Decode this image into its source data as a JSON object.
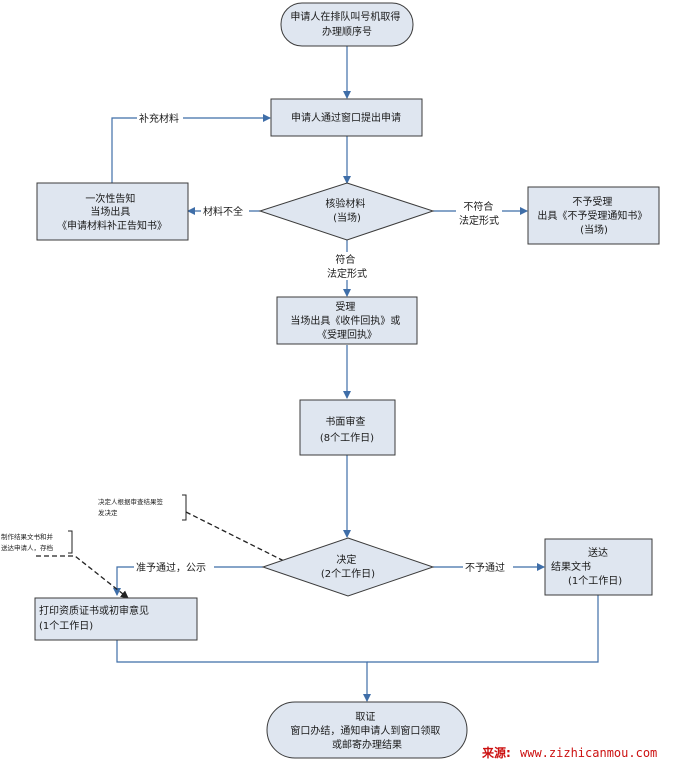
{
  "colors": {
    "box_fill": "#dfe6f0",
    "box_stroke": "#3b3b3b",
    "arrow": "#3f6ea8",
    "dashed": "#222222",
    "footer": "#cc1111"
  },
  "nodes": {
    "start": [
      "申请人在排队叫号机取得",
      "办理顺序号"
    ],
    "apply": [
      "申请人通过窗口提出申请"
    ],
    "supplement_notice": [
      "一次性告知",
      "当场出具",
      "《申请材料补正告知书》"
    ],
    "verify": [
      "核验材料",
      "(当场)"
    ],
    "reject": [
      "不予受理",
      "出具《不予受理通知书》",
      "(当场)"
    ],
    "accept": [
      "受理",
      "当场出具《收件回执》或",
      "《受理回执》"
    ],
    "review": [
      "书面审查",
      "(8个工作日)"
    ],
    "decide": [
      "决定",
      "(2个工作日)"
    ],
    "deliver": [
      "送达",
      "结果文书",
      "(1个工作日)"
    ],
    "print": [
      "打印资质证书或初审意见",
      "(1个工作日)"
    ],
    "end": [
      "取证",
      "窗口办结，通知申请人到窗口领取",
      "或邮寄办理结果"
    ]
  },
  "edges": {
    "supplement": "补充材料",
    "incomplete": "材料不全",
    "not_conform": [
      "不符合",
      "法定形式"
    ],
    "conform": [
      "符合",
      "法定形式"
    ],
    "approve": "准予通过，公示",
    "deny": "不予通过"
  },
  "notes": {
    "decision_note": [
      "决定人根据审查结果签",
      "发决定"
    ],
    "print_note": [
      "制作结果文书和并",
      "送达申请人，存档"
    ]
  },
  "footer": {
    "label": "来源:",
    "url": "www.zizhicanmou.com"
  }
}
